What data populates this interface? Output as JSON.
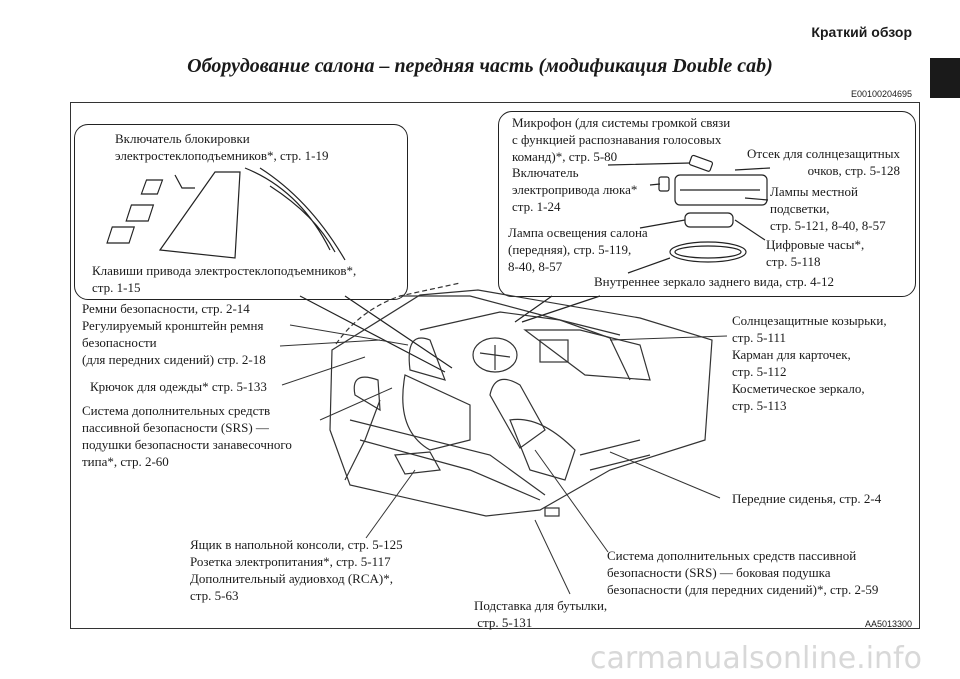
{
  "header": {
    "section": "Краткий обзор",
    "title": "Оборудование салона – передняя часть (модификация Double cab)",
    "code": "E00100204695"
  },
  "labels": {
    "window_lock": "Включатель блокировки\nэлектростеклоподъемников*, стр. 1-19",
    "window_keys": "Клавиши привода электростеклоподъемников*,\nстр. 1-15",
    "microphone": "Микрофон (для системы громкой связи\nс функцией распознавания голосовых\nкоманд)*, стр. 5-80",
    "sunglass": "Отсек для солнцезащитных\nочков, стр. 5-128",
    "sunroof": "Включатель\nэлектропривода люка*\nстр. 1-24",
    "map_lamps": "Лампы местной\nподсветки,\nстр. 5-121, 8-40, 8-57",
    "room_lamp": "Лампа освещения салона\n(передняя), стр. 5-119,\n8-40, 8-57",
    "clock": "Цифровые часы*,\nстр. 5-118",
    "mirror": "Внутреннее зеркало заднего вида, стр. 4-12",
    "seatbelts": "Ремни безопасности, стр. 2-14\nРегулируемый кронштейн ремня\nбезопасности\n(для передних сидений) стр. 2-18",
    "coat_hook": "Крючок для одежды* стр. 5-133",
    "curtain_airbag": "Система дополнительных средств\nпассивной безопасности (SRS) —\nподушки безопасности занавесочного\nтипа*, стр. 2-60",
    "sunvisors": "Солнцезащитные козырьки,\nстр. 5-111\nКарман для карточек,\nстр. 5-112\nКосметическое зеркало,\nстр. 5-113",
    "front_seats": "Передние сиденья, стр. 2-4",
    "console": "Ящик в напольной консоли, стр. 5-125\nРозетка электропитания*, стр. 5-117\nДополнительный аудиовход (RCA)*,\nстр. 5-63",
    "side_airbag": "Система дополнительных средств пассивной\nбезопасности (SRS) — боковая подушка\nбезопасности (для передних сидений)*, стр. 2-59",
    "bottle": "Подставка для бутылки,\n стр. 5-131"
  },
  "figure_code": "AA5013300",
  "watermark": "carmanualsonline.info"
}
